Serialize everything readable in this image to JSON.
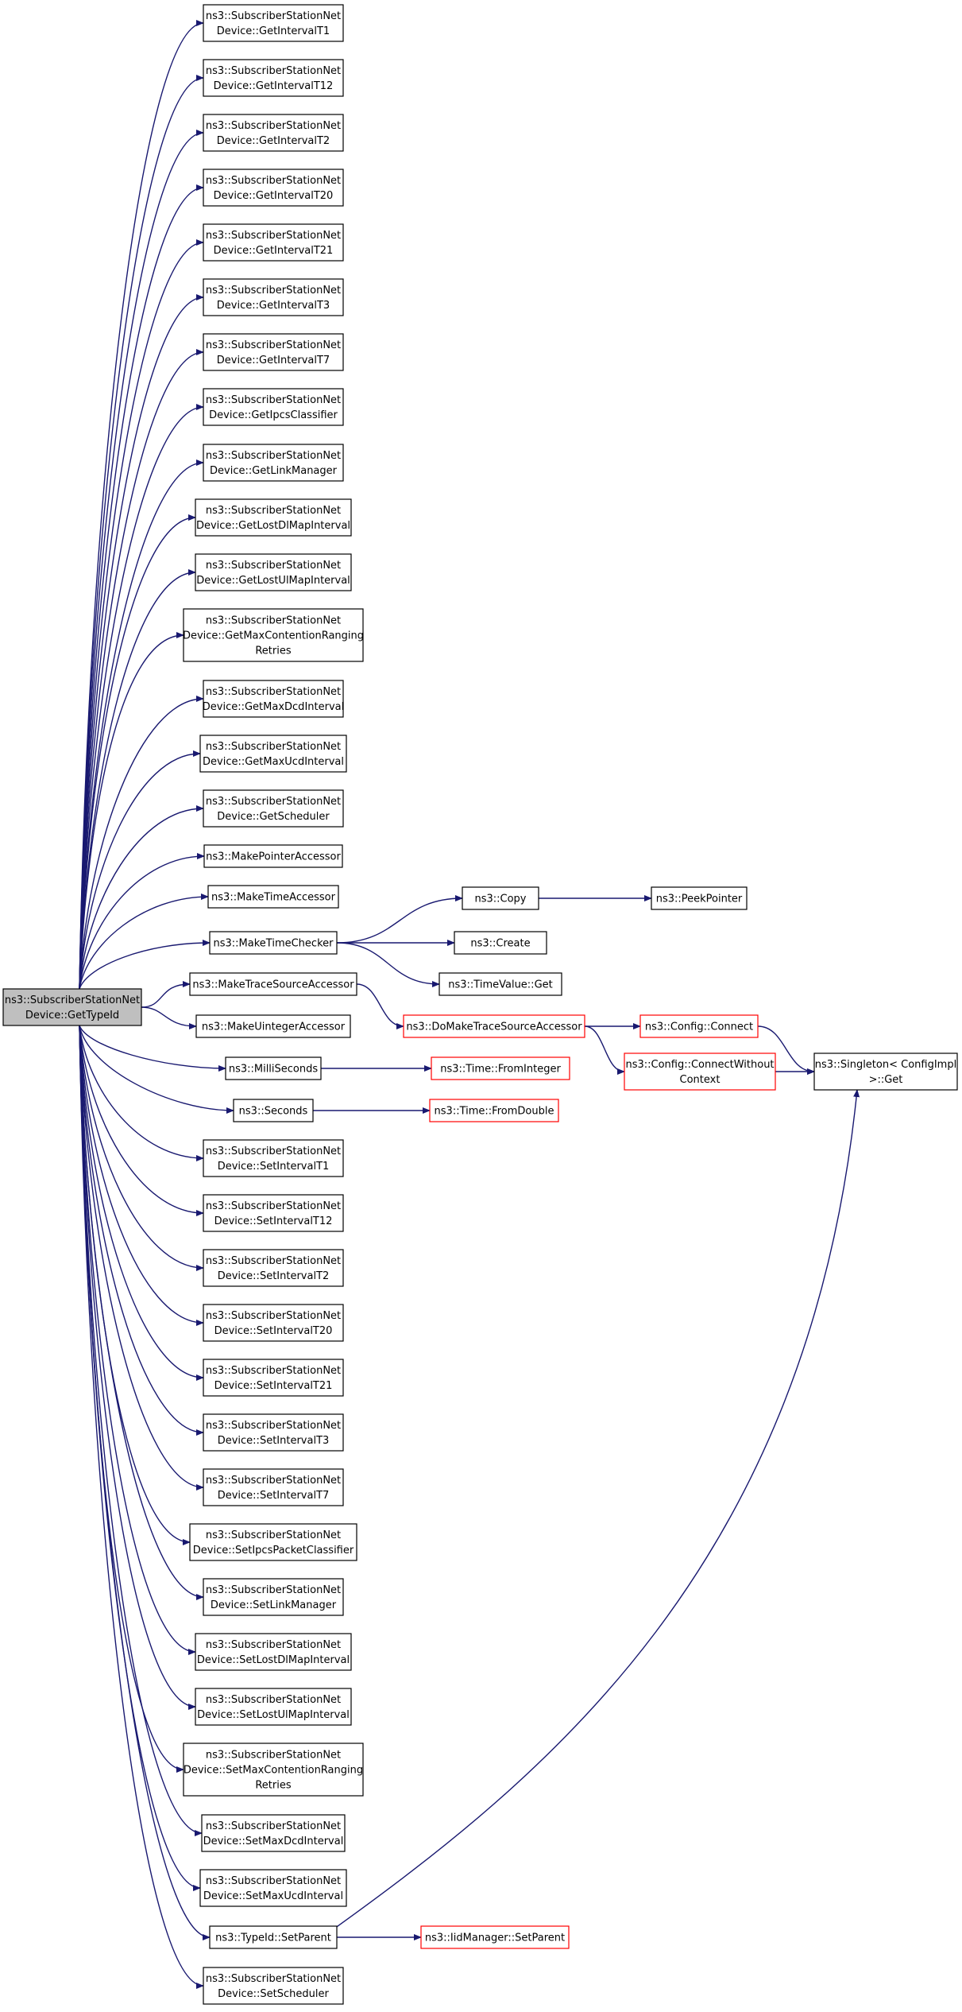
{
  "diagram": {
    "root": {
      "label": [
        "ns3::SubscriberStationNet",
        "Device::GetTypeId"
      ],
      "fill": "#bfbfbf",
      "border": "#000000"
    },
    "callees": [
      {
        "id": "n1",
        "label": [
          "ns3::SubscriberStationNet",
          "Device::GetIntervalT1"
        ]
      },
      {
        "id": "n2",
        "label": [
          "ns3::SubscriberStationNet",
          "Device::GetIntervalT12"
        ]
      },
      {
        "id": "n3",
        "label": [
          "ns3::SubscriberStationNet",
          "Device::GetIntervalT2"
        ]
      },
      {
        "id": "n4",
        "label": [
          "ns3::SubscriberStationNet",
          "Device::GetIntervalT20"
        ]
      },
      {
        "id": "n5",
        "label": [
          "ns3::SubscriberStationNet",
          "Device::GetIntervalT21"
        ]
      },
      {
        "id": "n6",
        "label": [
          "ns3::SubscriberStationNet",
          "Device::GetIntervalT3"
        ]
      },
      {
        "id": "n7",
        "label": [
          "ns3::SubscriberStationNet",
          "Device::GetIntervalT7"
        ]
      },
      {
        "id": "n8",
        "label": [
          "ns3::SubscriberStationNet",
          "Device::GetIpcsClassifier"
        ]
      },
      {
        "id": "n9",
        "label": [
          "ns3::SubscriberStationNet",
          "Device::GetLinkManager"
        ]
      },
      {
        "id": "n10",
        "label": [
          "ns3::SubscriberStationNet",
          "Device::GetLostDlMapInterval"
        ]
      },
      {
        "id": "n11",
        "label": [
          "ns3::SubscriberStationNet",
          "Device::GetLostUlMapInterval"
        ]
      },
      {
        "id": "n12",
        "label": [
          "ns3::SubscriberStationNet",
          "Device::GetMaxContentionRanging",
          "Retries"
        ]
      },
      {
        "id": "n13",
        "label": [
          "ns3::SubscriberStationNet",
          "Device::GetMaxDcdInterval"
        ]
      },
      {
        "id": "n14",
        "label": [
          "ns3::SubscriberStationNet",
          "Device::GetMaxUcdInterval"
        ]
      },
      {
        "id": "n15",
        "label": [
          "ns3::SubscriberStationNet",
          "Device::GetScheduler"
        ]
      },
      {
        "id": "n16",
        "label": [
          "ns3::MakePointerAccessor"
        ]
      },
      {
        "id": "n17",
        "label": [
          "ns3::MakeTimeAccessor"
        ]
      },
      {
        "id": "n18",
        "label": [
          "ns3::MakeTimeChecker"
        ]
      },
      {
        "id": "n19",
        "label": [
          "ns3::MakeTraceSourceAccessor"
        ]
      },
      {
        "id": "n20",
        "label": [
          "ns3::MakeUintegerAccessor"
        ]
      },
      {
        "id": "n21",
        "label": [
          "ns3::MilliSeconds"
        ]
      },
      {
        "id": "n22",
        "label": [
          "ns3::Seconds"
        ]
      },
      {
        "id": "n23",
        "label": [
          "ns3::SubscriberStationNet",
          "Device::SetIntervalT1"
        ]
      },
      {
        "id": "n24",
        "label": [
          "ns3::SubscriberStationNet",
          "Device::SetIntervalT12"
        ]
      },
      {
        "id": "n25",
        "label": [
          "ns3::SubscriberStationNet",
          "Device::SetIntervalT2"
        ]
      },
      {
        "id": "n26",
        "label": [
          "ns3::SubscriberStationNet",
          "Device::SetIntervalT20"
        ]
      },
      {
        "id": "n27",
        "label": [
          "ns3::SubscriberStationNet",
          "Device::SetIntervalT21"
        ]
      },
      {
        "id": "n28",
        "label": [
          "ns3::SubscriberStationNet",
          "Device::SetIntervalT3"
        ]
      },
      {
        "id": "n29",
        "label": [
          "ns3::SubscriberStationNet",
          "Device::SetIntervalT7"
        ]
      },
      {
        "id": "n30",
        "label": [
          "ns3::SubscriberStationNet",
          "Device::SetIpcsPacketClassifier"
        ]
      },
      {
        "id": "n31",
        "label": [
          "ns3::SubscriberStationNet",
          "Device::SetLinkManager"
        ]
      },
      {
        "id": "n32",
        "label": [
          "ns3::SubscriberStationNet",
          "Device::SetLostDlMapInterval"
        ]
      },
      {
        "id": "n33",
        "label": [
          "ns3::SubscriberStationNet",
          "Device::SetLostUlMapInterval"
        ]
      },
      {
        "id": "n34",
        "label": [
          "ns3::SubscriberStationNet",
          "Device::SetMaxContentionRanging",
          "Retries"
        ]
      },
      {
        "id": "n35",
        "label": [
          "ns3::SubscriberStationNet",
          "Device::SetMaxDcdInterval"
        ]
      },
      {
        "id": "n36",
        "label": [
          "ns3::SubscriberStationNet",
          "Device::SetMaxUcdInterval"
        ]
      },
      {
        "id": "n37",
        "label": [
          "ns3::TypeId::SetParent"
        ]
      },
      {
        "id": "n38",
        "label": [
          "ns3::SubscriberStationNet",
          "Device::SetScheduler"
        ]
      }
    ],
    "secondary": [
      {
        "id": "copy",
        "label": [
          "ns3::Copy"
        ],
        "border": "#000000"
      },
      {
        "id": "peek",
        "label": [
          "ns3::PeekPointer"
        ],
        "border": "#000000"
      },
      {
        "id": "create",
        "label": [
          "ns3::Create"
        ],
        "border": "#000000"
      },
      {
        "id": "tvget",
        "label": [
          "ns3::TimeValue::Get"
        ],
        "border": "#000000"
      },
      {
        "id": "domake",
        "label": [
          "ns3::DoMakeTraceSourceAccessor"
        ],
        "border": "#ff0000"
      },
      {
        "id": "cconnect",
        "label": [
          "ns3::Config::Connect"
        ],
        "border": "#ff0000"
      },
      {
        "id": "cconnectwc",
        "label": [
          "ns3::Config::ConnectWithout",
          "Context"
        ],
        "border": "#ff0000"
      },
      {
        "id": "singleton",
        "label": [
          "ns3::Singleton< ConfigImpl",
          " >::Get"
        ],
        "border": "#000000"
      },
      {
        "id": "frominteger",
        "label": [
          "ns3::Time::FromInteger"
        ],
        "border": "#ff0000"
      },
      {
        "id": "fromdouble",
        "label": [
          "ns3::Time::FromDouble"
        ],
        "border": "#ff0000"
      },
      {
        "id": "iidset",
        "label": [
          "ns3::IidManager::SetParent"
        ],
        "border": "#ff0000"
      }
    ],
    "edges": [
      [
        "n18",
        "copy"
      ],
      [
        "copy",
        "peek"
      ],
      [
        "n18",
        "create"
      ],
      [
        "n18",
        "tvget"
      ],
      [
        "n19",
        "domake"
      ],
      [
        "domake",
        "cconnect"
      ],
      [
        "domake",
        "cconnectwc"
      ],
      [
        "cconnect",
        "singleton"
      ],
      [
        "cconnectwc",
        "singleton"
      ],
      [
        "n21",
        "frominteger"
      ],
      [
        "n22",
        "fromdouble"
      ],
      [
        "n37",
        "iidset"
      ],
      [
        "n37",
        "singleton"
      ]
    ],
    "colors": {
      "edge": "#191970",
      "node_fill": "#ffffff",
      "root_fill": "#bfbfbf",
      "text": "#000000"
    }
  }
}
